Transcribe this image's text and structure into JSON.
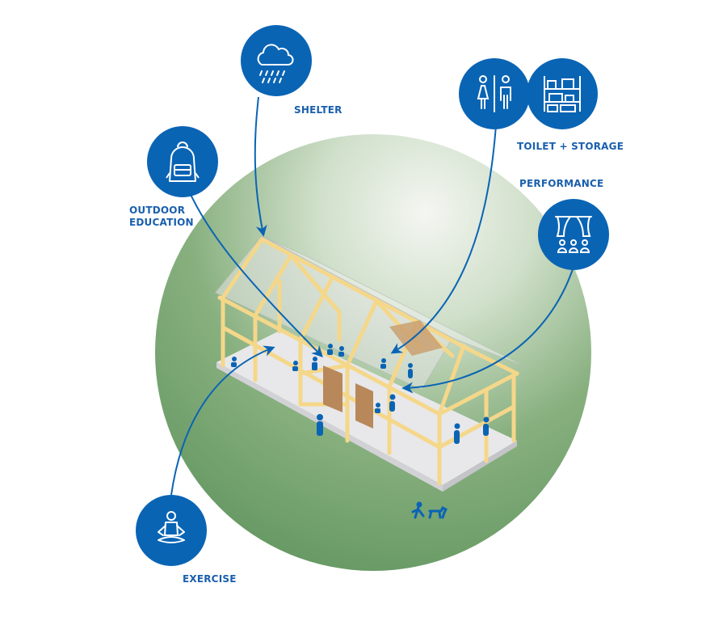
{
  "labels": {
    "shelter": "SHELTER",
    "outdoor_line1": "OUTDOOR",
    "outdoor_line2": "EDUCATION",
    "toilet_storage": "TOILET + STORAGE",
    "performance": "PERFORMANCE",
    "exercise": "EXERCISE"
  },
  "icons": {
    "shelter": "rain-cloud-icon",
    "outdoor_education": "backpack-icon",
    "toilet": "toilet-people-icon",
    "storage": "storage-shelves-icon",
    "performance": "stage-audience-icon",
    "exercise": "meditation-icon"
  },
  "colors": {
    "accent": "#0a64b4",
    "label": "#1a5fae",
    "timber": "#f5d98a",
    "floor": "#e9e9eb",
    "field_green": "#6e9e68"
  }
}
